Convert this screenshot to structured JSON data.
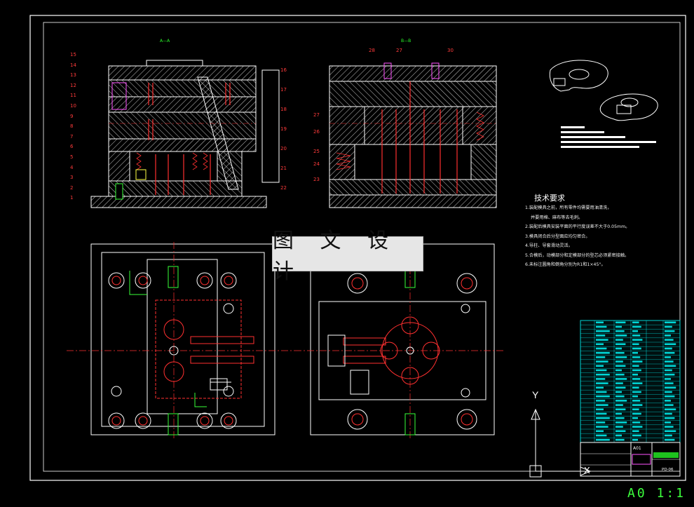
{
  "watermark": {
    "text": "图 文 设 计"
  },
  "tech_requirements": {
    "title": "技术要求",
    "items": [
      "1.装配模具之前，所有零件均需要用油清洗，",
      "  并要用棉、麻布等去毛刺。",
      "2.装配后模具安装平面的平行度误差不大于0.05mm。",
      "3.模具闭合后分型面应均匀密合。",
      "4.导柱、导套滑动灵活。",
      "5.合模后，动模部分和定模部分的型芯必须紧密接触。",
      "6.未标注圆角和倒角分别为R1和1×45°。"
    ]
  },
  "section_titles": {
    "left": "A—A",
    "right": "B—B"
  },
  "title_block": {
    "part_no": "A01",
    "drawing_no": "PD-06"
  },
  "scale_text": "A0 1:1",
  "axes": {
    "y": "Y",
    "x": "X"
  },
  "part_numbers_left": [
    "15",
    "14",
    "13",
    "12",
    "11",
    "10",
    "9",
    "8",
    "7",
    "6",
    "5",
    "4",
    "3",
    "2",
    "1"
  ],
  "part_numbers_right_side": [
    "16",
    "17",
    "18",
    "19",
    "20",
    "21",
    "22"
  ],
  "part_numbers_section_b": [
    "28",
    "27",
    "30",
    "27",
    "26",
    "25",
    "24",
    "23"
  ],
  "colors": {
    "background": "#000000",
    "line": "#ffffff",
    "hatch": "#ffffff",
    "center": "#ff3030",
    "accent": "#2bff2b",
    "title_block": "#00d6d6",
    "watermark_bg": "#e6e6e6"
  }
}
